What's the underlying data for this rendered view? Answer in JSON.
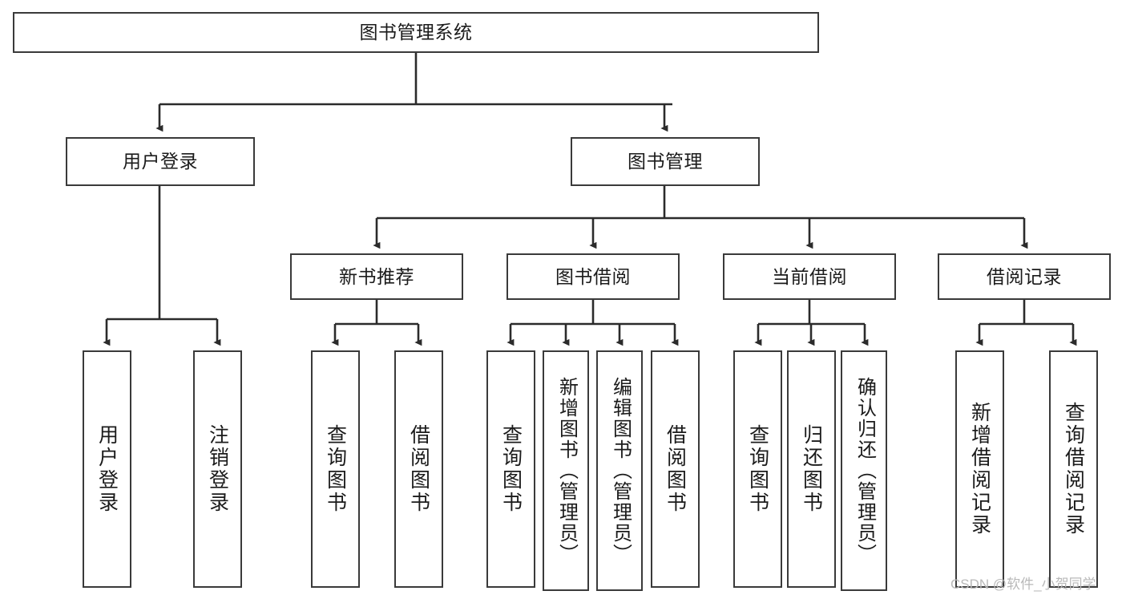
{
  "diagram": {
    "title": "图书管理系统",
    "type": "tree-hierarchy",
    "colors": {
      "box_border": "#3a3a3a",
      "box_fill": "#ffffff",
      "edge": "#2b2b2b",
      "text": "#1b1b1b",
      "watermark": "#b9b9b9",
      "background": "#ffffff"
    },
    "root": {
      "label": "图书管理系统"
    },
    "level2": [
      {
        "label": "用户登录"
      },
      {
        "label": "图书管理"
      }
    ],
    "level3": [
      {
        "label": "新书推荐"
      },
      {
        "label": "图书借阅"
      },
      {
        "label": "当前借阅"
      },
      {
        "label": "借阅记录"
      }
    ],
    "leaves": {
      "user_login": [
        {
          "label": "用户登录"
        },
        {
          "label": "注销登录"
        }
      ],
      "new_book_recommend": [
        {
          "label": "查询图书"
        },
        {
          "label": "借阅图书"
        }
      ],
      "book_borrow": [
        {
          "label": "查询图书"
        },
        {
          "label": "新增图书（管理员）"
        },
        {
          "label": "编辑图书（管理员）"
        },
        {
          "label": "借阅图书"
        }
      ],
      "current_borrow": [
        {
          "label": "查询图书"
        },
        {
          "label": "归还图书"
        },
        {
          "label": "确认归还（管理员）"
        }
      ],
      "borrow_record": [
        {
          "label": "新增借阅记录"
        },
        {
          "label": "查询借阅记录"
        }
      ]
    }
  },
  "watermark": {
    "text": "CSDN @软件_小贺同学"
  }
}
